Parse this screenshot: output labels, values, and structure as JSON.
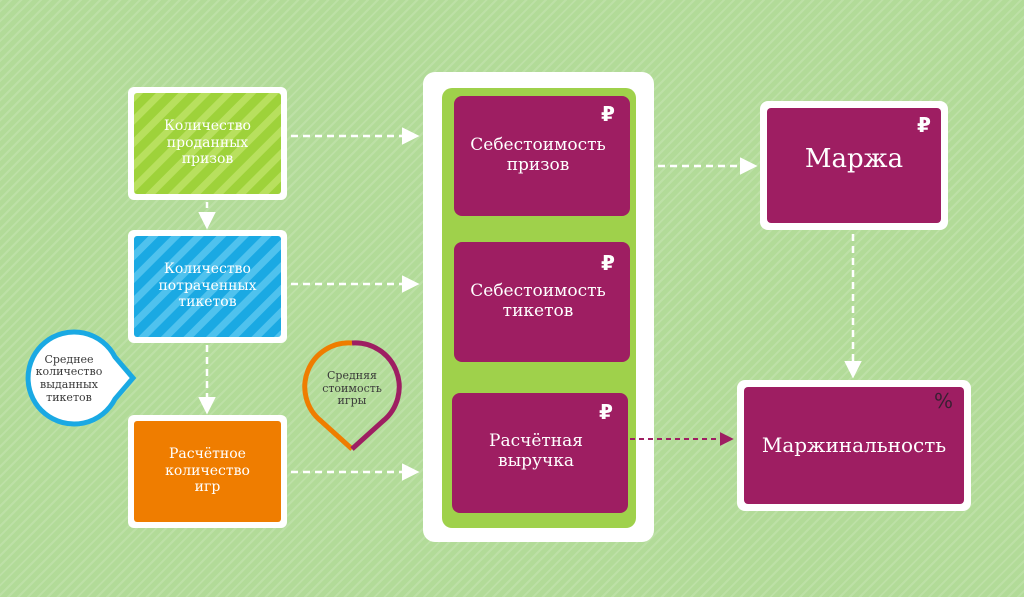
{
  "inputs": {
    "sold_prizes": "Количество проданных призов",
    "spent_tickets": "Количество потраченных тикетов",
    "estimated_games": "Расчётное количество игр"
  },
  "markers": {
    "avg_tickets_issued": "Среднее количество выданных тикетов",
    "avg_game_cost": "Средняя стоимость игры"
  },
  "center": {
    "prize_cost": "Себестоимость призов",
    "ticket_cost": "Себестоимость тикетов",
    "est_revenue": "Расчётная выручка"
  },
  "outputs": {
    "margin": "Маржа",
    "marginality": "Маржинальность"
  },
  "symbols": {
    "rouble": "₽",
    "percent": "%"
  },
  "colors": {
    "background": "#b2db98",
    "green": "#9ed23a",
    "blue": "#1aa9e3",
    "orange": "#ef7d00",
    "purple": "#9e1e62",
    "panel_green": "#9fd14b",
    "marker_blue": "#1aa9e3",
    "marker_orange": "#ef7d00",
    "marker_purple": "#9e1e62"
  }
}
